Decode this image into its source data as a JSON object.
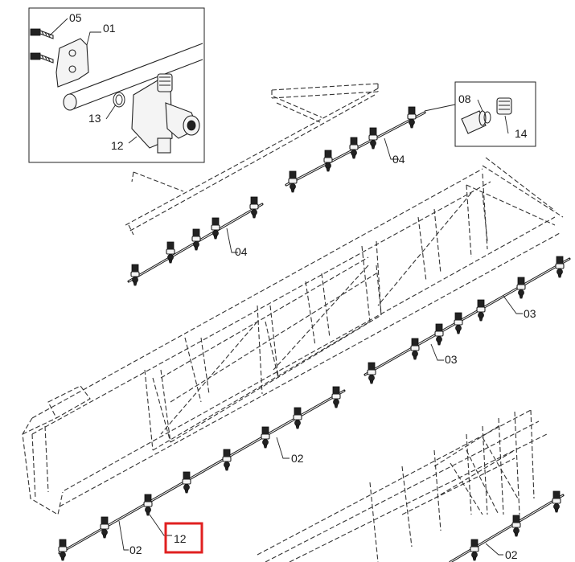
{
  "callouts": {
    "detail_05": "05",
    "detail_01": "01",
    "detail_13": "13",
    "detail_12": "12",
    "detail_08": "08",
    "detail_14": "14",
    "pipe_04_upper": "04",
    "pipe_04_lower": "04",
    "pipe_03_upper": "03",
    "pipe_03_lower": "03",
    "pipe_02_mid": "02",
    "pipe_02_left": "02",
    "pipe_02_right": "02",
    "nozzle_12_highlighted": "12"
  },
  "colors": {
    "highlight": "#e02020",
    "line": "#222222",
    "background": "#ffffff"
  }
}
